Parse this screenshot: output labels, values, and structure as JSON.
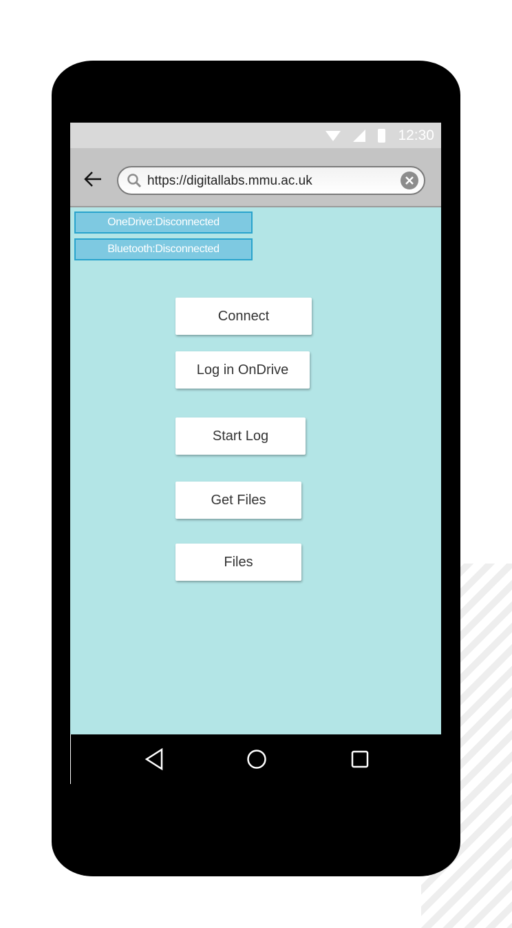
{
  "status_bar": {
    "time": "12:30",
    "icons": [
      "wifi-icon",
      "signal-icon",
      "battery-icon"
    ]
  },
  "browser": {
    "back_icon": "back-arrow-icon",
    "search_icon": "search-icon",
    "url": "https://digitallabs.mmu.ac.uk",
    "clear_icon": "clear-icon"
  },
  "status_labels": {
    "onedrive": "OneDrive:Disconnected",
    "bluetooth": "Bluetooth:Disconnected"
  },
  "buttons": {
    "connect": "Connect",
    "login_onedrive": "Log in OnDrive",
    "start_log": "Start Log",
    "get_files": "Get Files",
    "files": "Files"
  },
  "nav": {
    "back": "nav-back-icon",
    "home": "nav-home-icon",
    "recents": "nav-recents-icon"
  },
  "colors": {
    "content_background": "#b3e5e6",
    "label_fill": "#7ec9e1",
    "label_border": "#29a3cc",
    "browser_bar": "#c4c4c4",
    "status_bar": "#d9d9d9",
    "phone_body": "#000000"
  }
}
